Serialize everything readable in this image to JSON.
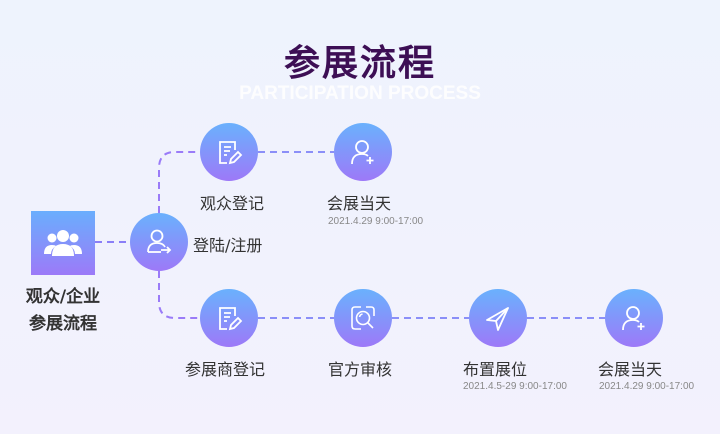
{
  "header": {
    "title": "参展流程",
    "subtitle": "PARTICIPATION PROCESS"
  },
  "start": {
    "label_line1": "观众/企业",
    "label_line2": "参展流程",
    "icon": "users-icon"
  },
  "login": {
    "label": "登陆/注册",
    "icon": "user-login-icon"
  },
  "visitor_flow": [
    {
      "label": "观众登记",
      "icon": "edit-form-icon"
    },
    {
      "label": "会展当天",
      "date": "2021.4.29   9:00-17:00",
      "icon": "user-add-icon"
    }
  ],
  "exhibitor_flow": [
    {
      "label": "参展商登记",
      "icon": "edit-form-icon"
    },
    {
      "label": "官方审核",
      "icon": "search-review-icon"
    },
    {
      "label": "布置展位",
      "date": "2021.4.5-29  9:00-17:00",
      "icon": "paper-plane-icon"
    },
    {
      "label": "会展当天",
      "date": "2021.4.29   9:00-17:00",
      "icon": "user-add-icon"
    }
  ],
  "colors": {
    "title": "#3d0f55",
    "grad_top": "#6ab1fd",
    "grad_bottom": "#9d79f8",
    "line": "#8f7cf6"
  }
}
